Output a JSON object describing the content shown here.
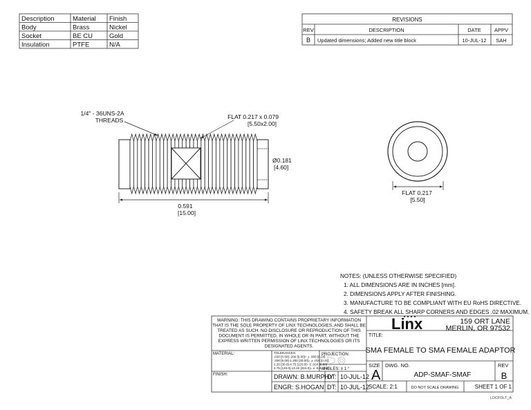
{
  "materials_table": {
    "headers": [
      "Description",
      "Material",
      "Finish"
    ],
    "rows": [
      [
        "Body",
        "Brass",
        "Nickel"
      ],
      [
        "Socket",
        "BE CU",
        "Gold"
      ],
      [
        "Insulation",
        "PTFE",
        "N/A"
      ]
    ]
  },
  "revisions": {
    "title": "REVISIONS",
    "headers": [
      "REV",
      "DESCRIPTION",
      "DATE",
      "APPV"
    ],
    "rows": [
      [
        "B",
        "Updated dimensions; Added new title block",
        "10-JUL-12",
        "SAH"
      ]
    ]
  },
  "drawing": {
    "thread_label": [
      "1/4\" - 36UNS-2A",
      "THREADS"
    ],
    "flat_label": [
      "FLAT 0.217 x 0.079",
      "[5.50x2.00]"
    ],
    "diameter_label": [
      "Ø0.181",
      "[4.60]"
    ],
    "length_label": [
      "0.591",
      "[15.00]"
    ],
    "end_flat_label": [
      "FLAT 0.217",
      "[5.50]"
    ]
  },
  "notes": {
    "title": "NOTES: (UNLESS OTHERWISE SPECIFIED)",
    "items": [
      "1.  ALL DIMENSIONS ARE IN INCHES [mm].",
      "2.  DIMENSIONS APPLY AFTER FINISHING.",
      "3.  MANUFACTURE TO BE COMPLIANT WITH EU RoHS DIRECTIVE.",
      "4.  SAFETY BREAK ALL SHARP CORNERS AND EDGES .02 MAXIMUM."
    ]
  },
  "title_block": {
    "warning": [
      "WARNING:  THIS DRAWING CONTAINS PROPRIETARY INFORMATION",
      "THAT IS THE SOLE PROPERTY OF LINX TECHNOLOGIES, AND SHALL BE",
      "TREATED AS SUCH.  NO DISCLOSURE OR REPRODUCTION OF THIS",
      "DOCUMENT IS PERMITTED, IN WHOLE OR IN PART, WITHOUT THE",
      "EXPRESS WRITTEN PERMISSION OF LINX TECHNOLOGIES OR ITS",
      "DESIGNATED AGENTS."
    ],
    "logo": "Linx",
    "address": [
      "159 ORT LANE",
      "MERLIN, OR  97532"
    ],
    "material_label": "MATERIAL:",
    "finish_label": "FINISH:",
    "tolerances": [
      "TOLERANCES:",
      ".020 [0.50]-.200 [5.00]= ± .008 [0.20]",
      ".200 [5.00]-1.200 [30.00]= ± .016 [0.40]",
      "1.20 [30.0]-4.75 [120.0]= ± .024 [0.60]",
      "4.75 [120.0]-12.40 [315.0]= ± .040 [1.0]"
    ],
    "projection_label": "PROJECTION:",
    "angles_label": "ANGLES: ± 1 °",
    "title_label": "TITLE:",
    "title_value": "SMA FEMALE TO SMA FEMALE ADAPTOR",
    "drawn": "DRAWN: B.MURPHY",
    "engr": "ENGR: S.HOGAN",
    "dt_label": "DT:",
    "drawn_date": "10-JUL-12",
    "engr_date": "10-JUL-12",
    "size_label": "SIZE",
    "size_value": "A",
    "dwg_label": "DWG. NO.",
    "dwg_value": "ADP-SMAF-SMAF",
    "rev_label": "REV",
    "rev_value": "B",
    "scale": "SCALE: 2:1",
    "do_not_scale": "DO NOT SCALE DRAWING",
    "sheet": "SHEET 1 OF 1",
    "form_code": "LDCFDLT_A"
  }
}
